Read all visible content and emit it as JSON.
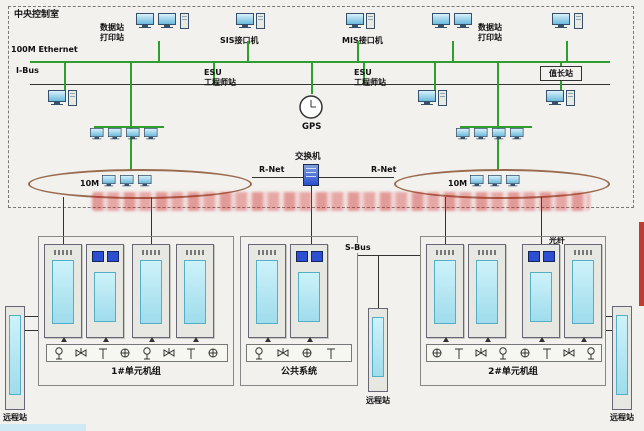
{
  "control_room": {
    "title": "中央控制室",
    "ethernet": "100M Ethernet",
    "ibus": "I-Bus",
    "stations": {
      "data_print_left": {
        "line1": "数据站",
        "line2": "打印站"
      },
      "sis": "SIS接口机",
      "mis": "MIS接口机",
      "data_print_right": {
        "line1": "数据站",
        "line2": "打印站"
      }
    },
    "esu_left": {
      "line1": "ESU",
      "line2": "工程师站"
    },
    "esu_right": {
      "line1": "ESU",
      "line2": "工程师站"
    },
    "gps": "GPS",
    "shift_leader": "值长站"
  },
  "network": {
    "switch": "交换机",
    "rnet_left": "R-Net",
    "rnet_right": "R-Net",
    "ring_left": "10M",
    "ring_right": "10M"
  },
  "plant": {
    "sbus": "S-Bus",
    "fiber": "光纤",
    "group1": "1#单元机组",
    "group2": "公共系统",
    "group3": "2#单元机组",
    "remote_left": "远程站",
    "remote_mid": "远程站",
    "remote_right": "远程站"
  },
  "colors": {
    "ethernet_green": "#2f9e2f",
    "ring_stroke": "#9a6a4e",
    "panel_cyan": "#aee6f2",
    "module_blue": "#2b4fd0",
    "watermark_red": "#cc2222"
  }
}
